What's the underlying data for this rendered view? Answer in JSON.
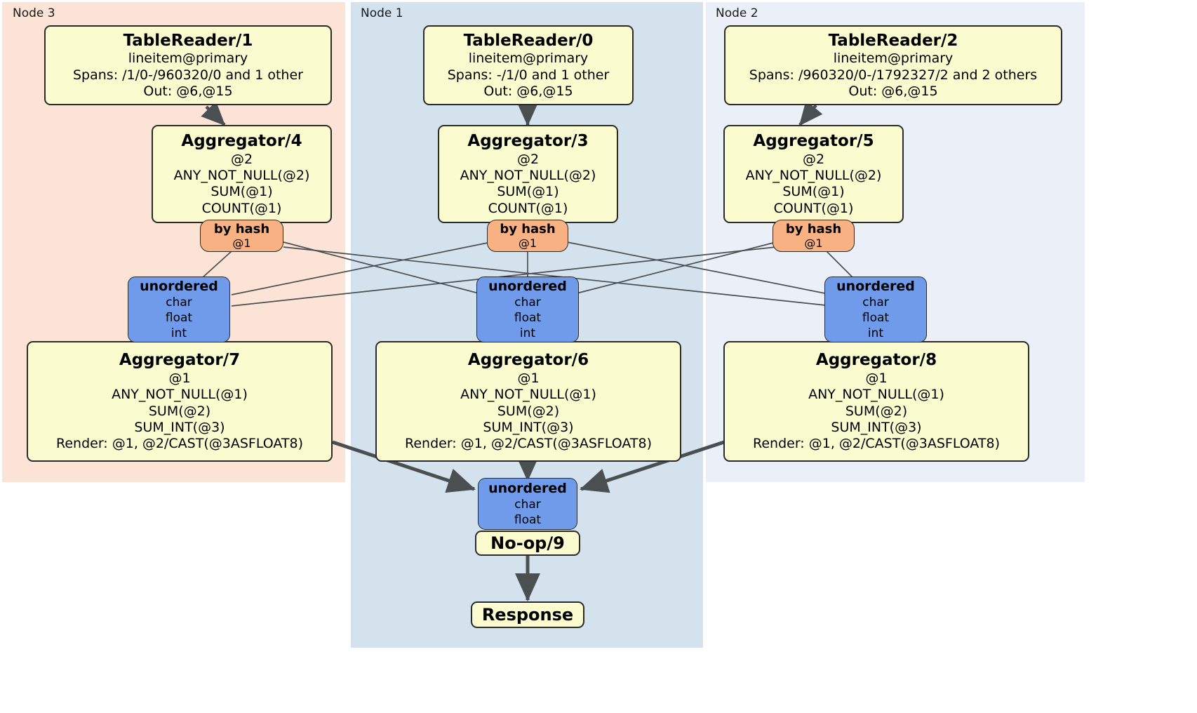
{
  "diagram": {
    "type": "distributed-query-plan",
    "title": "Distributed SQL physical plan",
    "colors": {
      "node3_bg": "#fbe3d6",
      "node1_bg": "#d3e2ec",
      "node2_bg": "#eaeff8",
      "processor_bg": "#fbfbd0",
      "router_bg": "#f8b183",
      "sync_bg": "#6f9bea",
      "border": "#2b2b2b",
      "edge": "#4a4f52",
      "thick_edge": "#4a4f52"
    }
  },
  "regions": [
    {
      "id": "node3",
      "label": "Node 3"
    },
    {
      "id": "node1",
      "label": "Node 1"
    },
    {
      "id": "node2",
      "label": "Node 2"
    }
  ],
  "nodes": {
    "tablereader_1": {
      "title": "TableReader/1",
      "lines": [
        "lineitem@primary",
        "Spans: /1/0-/960320/0 and 1 other",
        "Out: @6,@15"
      ]
    },
    "tablereader_0": {
      "title": "TableReader/0",
      "lines": [
        "lineitem@primary",
        "Spans: -/1/0 and 1 other",
        "Out: @6,@15"
      ]
    },
    "tablereader_2": {
      "title": "TableReader/2",
      "lines": [
        "lineitem@primary",
        "Spans: /960320/0-/1792327/2 and 2 others",
        "Out: @6,@15"
      ]
    },
    "aggregator_4": {
      "title": "Aggregator/4",
      "lines": [
        "@2",
        "ANY_NOT_NULL(@2)",
        "SUM(@1)",
        "COUNT(@1)"
      ]
    },
    "aggregator_3": {
      "title": "Aggregator/3",
      "lines": [
        "@2",
        "ANY_NOT_NULL(@2)",
        "SUM(@1)",
        "COUNT(@1)"
      ]
    },
    "aggregator_5": {
      "title": "Aggregator/5",
      "lines": [
        "@2",
        "ANY_NOT_NULL(@2)",
        "SUM(@1)",
        "COUNT(@1)"
      ]
    },
    "aggregator_7": {
      "title": "Aggregator/7",
      "lines": [
        "@1",
        "ANY_NOT_NULL(@1)",
        "SUM(@2)",
        "SUM_INT(@3)",
        "Render: @1, @2/CAST(@3ASFLOAT8)"
      ]
    },
    "aggregator_6": {
      "title": "Aggregator/6",
      "lines": [
        "@1",
        "ANY_NOT_NULL(@1)",
        "SUM(@2)",
        "SUM_INT(@3)",
        "Render: @1, @2/CAST(@3ASFLOAT8)"
      ]
    },
    "aggregator_8": {
      "title": "Aggregator/8",
      "lines": [
        "@1",
        "ANY_NOT_NULL(@1)",
        "SUM(@2)",
        "SUM_INT(@3)",
        "Render: @1, @2/CAST(@3ASFLOAT8)"
      ]
    },
    "router_left": {
      "title": "by hash",
      "lines": [
        "@1"
      ]
    },
    "router_center": {
      "title": "by hash",
      "lines": [
        "@1"
      ]
    },
    "router_right": {
      "title": "by hash",
      "lines": [
        "@1"
      ]
    },
    "sync_left": {
      "title": "unordered",
      "lines": [
        "char",
        "float",
        "int"
      ]
    },
    "sync_center": {
      "title": "unordered",
      "lines": [
        "char",
        "float",
        "int"
      ]
    },
    "sync_right": {
      "title": "unordered",
      "lines": [
        "char",
        "float",
        "int"
      ]
    },
    "sync_final": {
      "title": "unordered",
      "lines": [
        "char",
        "float"
      ]
    },
    "noop_9": {
      "title": "No-op/9"
    },
    "response": {
      "title": "Response"
    }
  }
}
